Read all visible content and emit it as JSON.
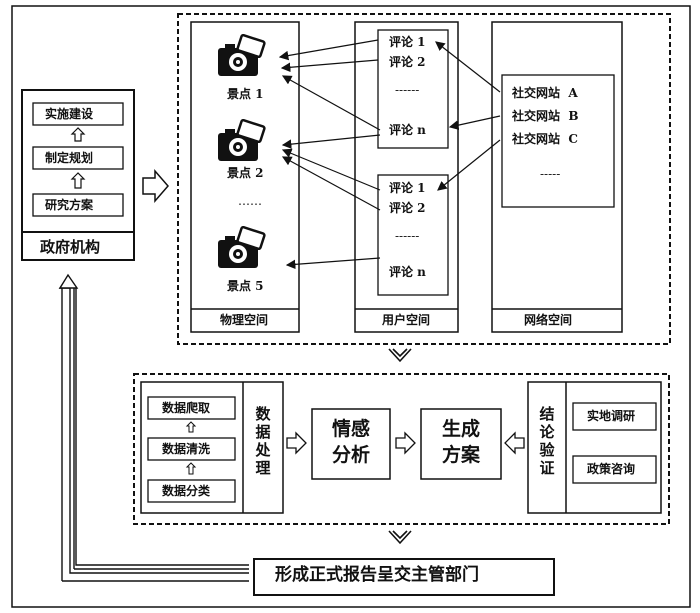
{
  "government": {
    "steps": [
      "实施建设",
      "制定规划",
      "研究方案"
    ],
    "label": "政府机构"
  },
  "physical_space": {
    "scenic_spots": [
      "景点 1",
      "景点 2",
      "景点 5"
    ],
    "ellipsis": "……",
    "label": "物理空间"
  },
  "user_space": {
    "group1": [
      "评论 1",
      "评论 2",
      "------",
      "评论 n"
    ],
    "group2": [
      "评论 1",
      "评论 2",
      "------",
      "评论 n"
    ],
    "label": "用户空间"
  },
  "network_space": {
    "sites": [
      "社交网站  A",
      "社交网站  B",
      "社交网站  C"
    ],
    "ellipsis": "-----",
    "label": "网络空间"
  },
  "pipeline": {
    "data_steps": [
      "数据爬取",
      "数据清洗",
      "数据分类"
    ],
    "data_processing": "数据处理",
    "sentiment": [
      "情感",
      "分析"
    ],
    "generate": [
      "生成",
      "方案"
    ],
    "verification": "结论验证",
    "verification_items": [
      "实地调研",
      "政策咨询"
    ]
  },
  "final": "形成正式报告呈交主管部门",
  "colors": {
    "ink": "#111111",
    "background": "#ffffff"
  }
}
